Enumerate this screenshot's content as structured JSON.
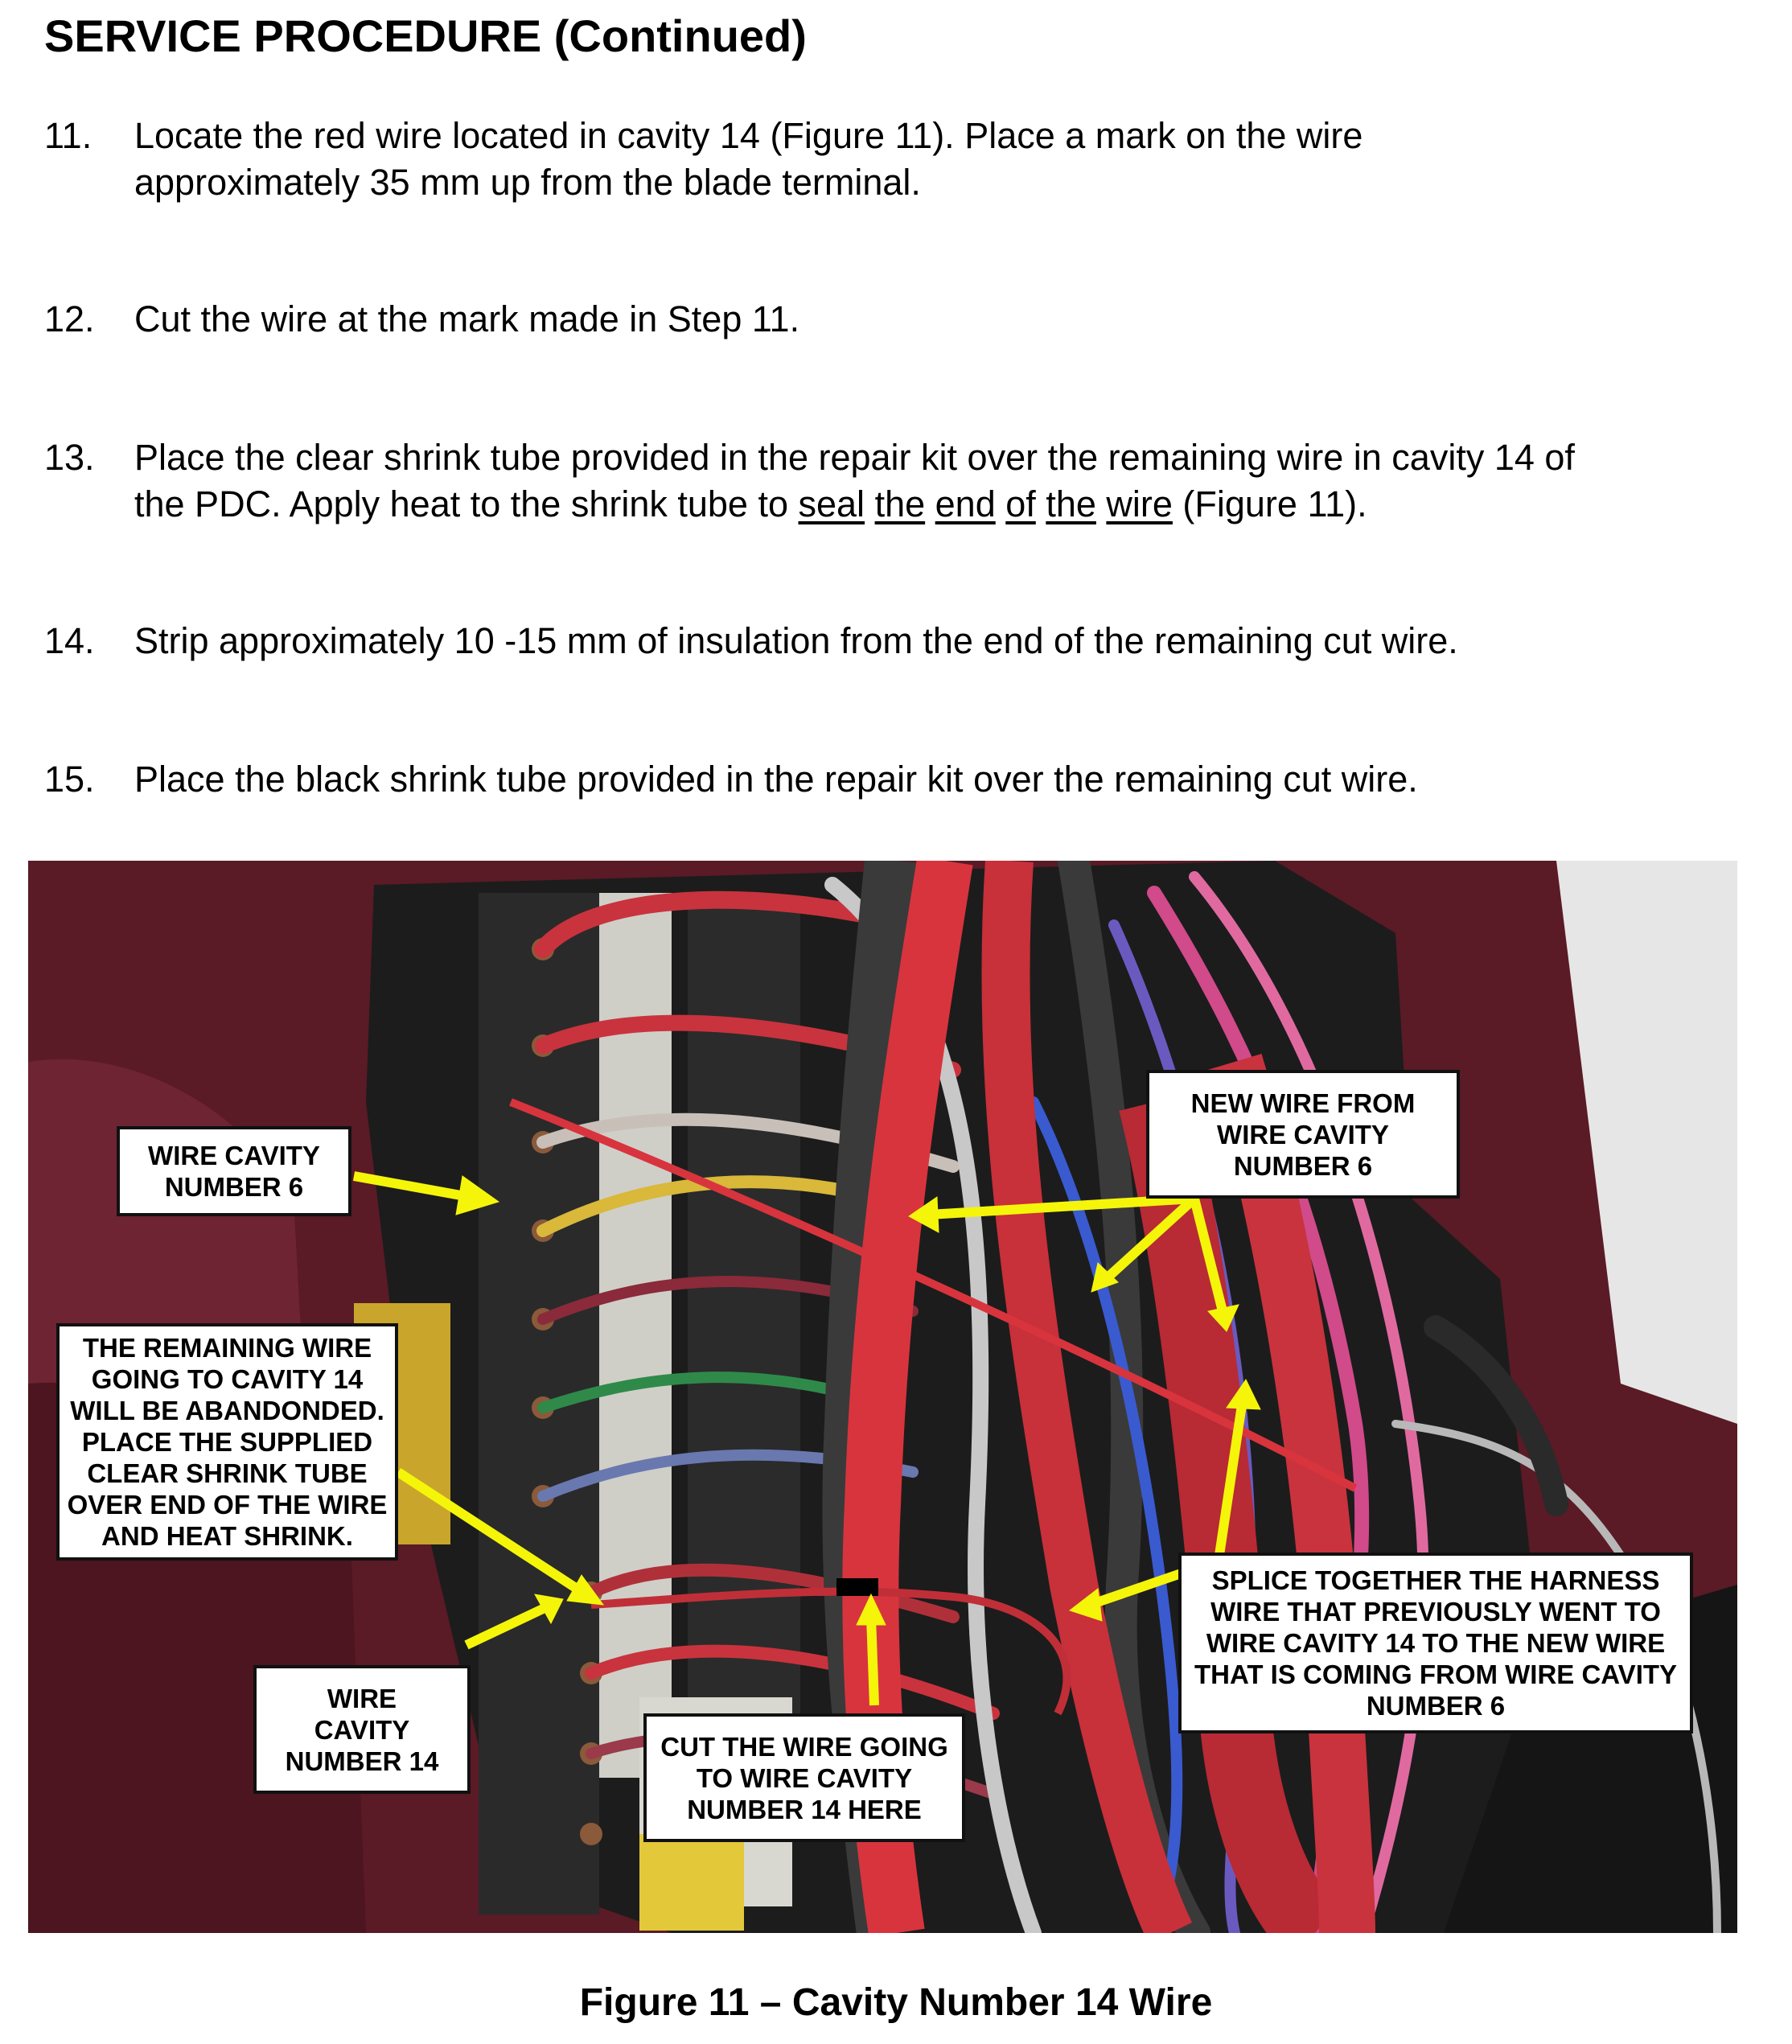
{
  "heading": "SERVICE PROCEDURE (Continued)",
  "steps": {
    "s11": {
      "num": "11.",
      "line1": "Locate the red wire located in cavity 14 (Figure 11).  Place a mark on the wire",
      "line2": "approximately 35 mm up from the blade terminal."
    },
    "s12": {
      "num": "12.",
      "line1": "Cut the wire at the mark made in Step 11."
    },
    "s13": {
      "num": "13.",
      "line1": "Place the clear shrink tube provided in the repair kit over the remaining wire in cavity 14 of",
      "line2_start": "the PDC.  Apply heat to the shrink tube to ",
      "u1": "seal",
      "u2": "the",
      "u3": "end",
      "u4": "of",
      "u5": "the",
      "u6": "wire",
      "line2_end": " (Figure 11)."
    },
    "s14": {
      "num": "14.",
      "line1": "Strip approximately 10 -15 mm of insulation from the end of the remaining cut wire."
    },
    "s15": {
      "num": "15.",
      "line1": "Place the black shrink tube provided in the repair kit over the remaining cut wire."
    }
  },
  "figure": {
    "callouts": {
      "cavity6": "WIRE CAVITY NUMBER 6",
      "new_wire": "NEW WIRE FROM WIRE CAVITY NUMBER 6",
      "remaining": "THE REMAINING WIRE GOING TO CAVITY 14 WILL BE ABANDONDED. PLACE THE SUPPLIED CLEAR SHRINK TUBE OVER END OF THE WIRE AND HEAT SHRINK.",
      "splice": "SPLICE TOGETHER THE HARNESS WIRE THAT PREVIOUSLY WENT TO WIRE CAVITY 14 TO THE NEW WIRE THAT IS COMING FROM WIRE CAVITY NUMBER 6",
      "cavity14": "WIRE CAVITY NUMBER 14",
      "cut": "CUT THE WIRE GOING TO WIRE CAVITY NUMBER 14 HERE"
    },
    "colors": {
      "arrow": "#f5f50a",
      "red_wire": "#d8343e",
      "fabric": "#5a1a26",
      "housing": "#1c1c1c"
    }
  },
  "caption": "Figure 11 – Cavity Number 14 Wire"
}
